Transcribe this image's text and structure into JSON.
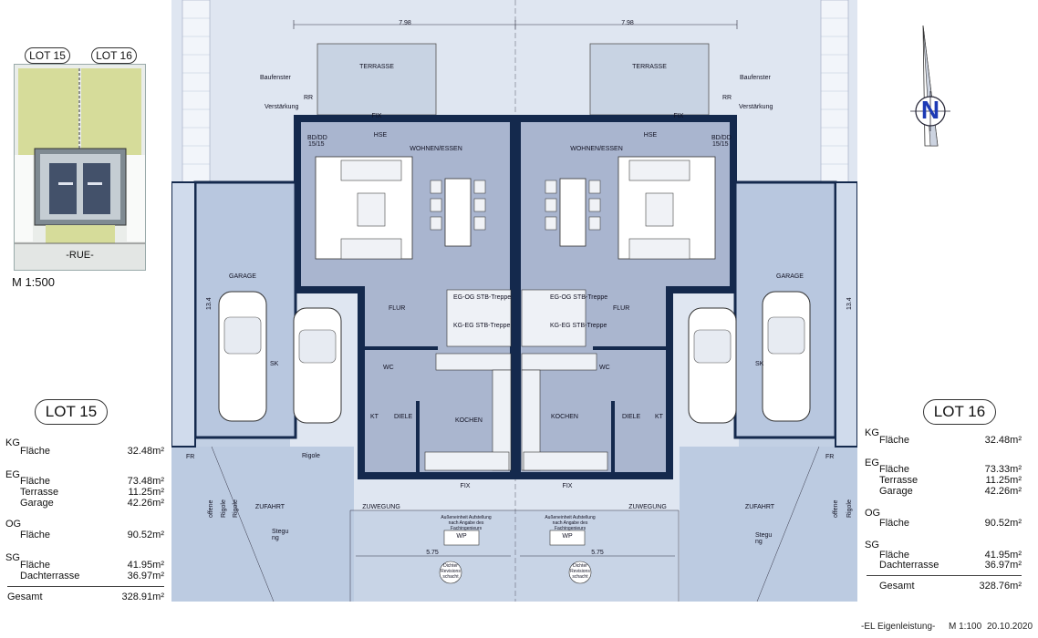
{
  "site_plan": {
    "tabs": [
      "LOT 15",
      "LOT 16"
    ],
    "street": "-RUE-",
    "scale": "M 1:500"
  },
  "lots": [
    {
      "label": "LOT 15",
      "kg": {
        "level": "KG",
        "items": [
          {
            "name": "Fläche",
            "value": "32.48m²"
          }
        ]
      },
      "eg": {
        "level": "EG",
        "items": [
          {
            "name": "Fläche",
            "value": "73.48m²"
          },
          {
            "name": "Terrasse",
            "value": "11.25m²"
          },
          {
            "name": "Garage",
            "value": "42.26m²"
          }
        ]
      },
      "og": {
        "level": "OG",
        "items": [
          {
            "name": "Fläche",
            "value": "90.52m²"
          }
        ]
      },
      "sg": {
        "level": "SG",
        "items": [
          {
            "name": "Fläche",
            "value": "41.95m²"
          },
          {
            "name": "Dachterrasse",
            "value": "36.97m²"
          }
        ]
      },
      "total": {
        "name": "Gesamt",
        "value": "328.91m²"
      }
    },
    {
      "label": "LOT 16",
      "kg": {
        "level": "KG",
        "items": [
          {
            "name": "Fläche",
            "value": "32.48m²"
          }
        ]
      },
      "eg": {
        "level": "EG",
        "items": [
          {
            "name": "Fläche",
            "value": "73.33m²"
          },
          {
            "name": "Terrasse",
            "value": "11.25m²"
          },
          {
            "name": "Garage",
            "value": "42.26m²"
          }
        ]
      },
      "og": {
        "level": "OG",
        "items": [
          {
            "name": "Fläche",
            "value": "90.52m²"
          }
        ]
      },
      "sg": {
        "level": "SG",
        "items": [
          {
            "name": "Fläche",
            "value": "41.95m²"
          },
          {
            "name": "Dachterrasse",
            "value": "36.97m²"
          }
        ]
      },
      "total": {
        "name": "Gesamt",
        "value": "328.76m²"
      }
    }
  ],
  "plan": {
    "dims": {
      "top": "7.98",
      "depth": "13.4",
      "front": "5.75"
    },
    "labels": {
      "terrasse": "TERRASSE",
      "baufenster": "Baufenster",
      "rr": "RR",
      "verstaerkung": "Verstärkung",
      "fix": "FIX",
      "hse": "HSE",
      "bd": "BD/DD",
      "bd_size": "15/15",
      "wohnen": "WOHNEN/ESSEN",
      "garage": "GARAGE",
      "flur": "FLUR",
      "wc": "WC",
      "kt": "KT",
      "diele": "DIELE",
      "kochen": "KOCHEN",
      "zufahrt": "ZUFAHRT",
      "zuwegung": "ZUWEGUNG",
      "rigole": "Rigole",
      "offene": "offene",
      "steguung": "Stegu ng",
      "wp": "WP",
      "wp_note": "Außeneinheit Aufstellung nach Angabe des Fachingenieurs",
      "revision": "Dichter Revisions schacht",
      "stair_eg": "EG-OG STB-Treppe",
      "stair_kg": "KG-EG STB-Treppe",
      "sk": "SK",
      "fr": "FR"
    }
  },
  "north": "N",
  "footer": {
    "note": "-EL Eigenleistung-",
    "scale": "M 1:100",
    "date": "20.10.2020"
  }
}
